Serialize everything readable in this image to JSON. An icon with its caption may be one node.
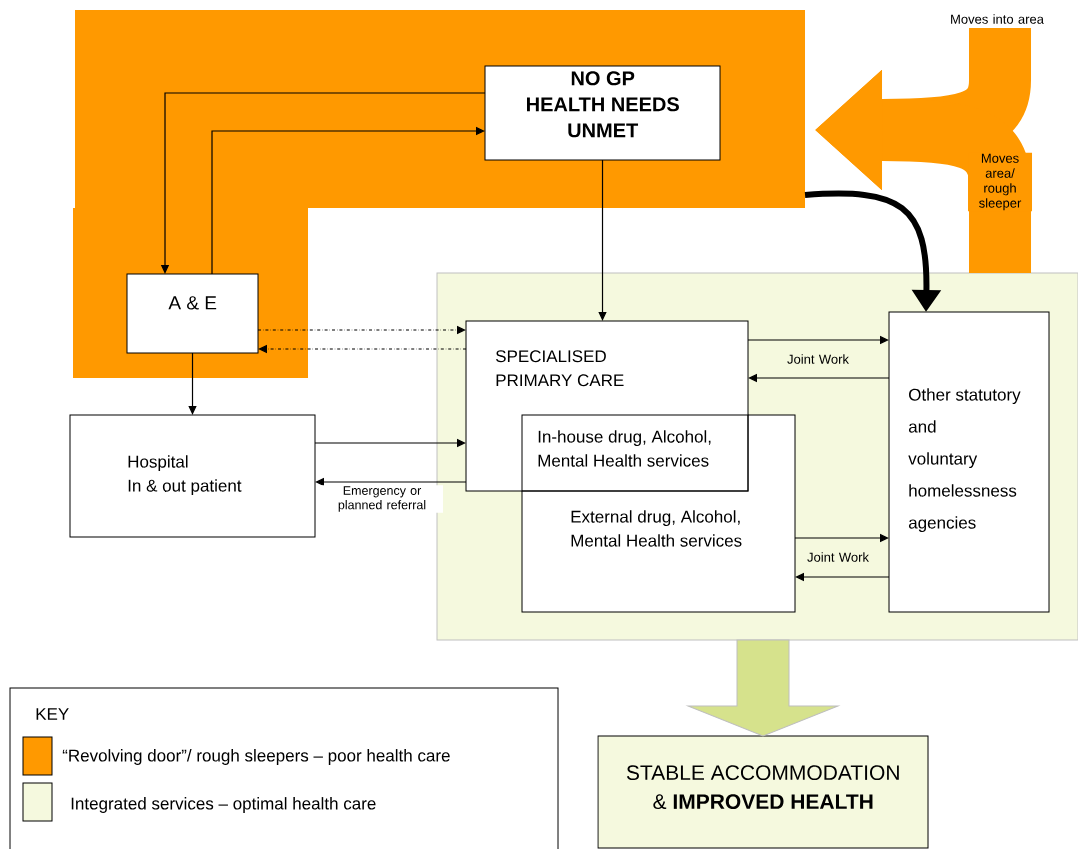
{
  "diagram": {
    "nodes": [
      {
        "text": [],
        "shape": "box"
      },
      {
        "text": [
          "NO GP HEALTH NEEDS UNMET"
        ],
        "in": 0
      },
      {
        "text": [
          "A & E"
        ],
        "in": 0
      },
      {
        "text": [
          "Hospital In & out patient"
        ]
      },
      {
        "text": [],
        "shape": "box"
      },
      {
        "text": [
          "SPECIALISED PRIMARY CARE"
        ],
        "in": 4
      },
      {
        "text": [
          "In-house drug, Alcohol, Mental Health services"
        ]
      },
      {
        "text": [
          "External drug, Alcohol, Mental Health services"
        ],
        "in": 4
      },
      {
        "text": [
          "Other statutory and voluntary homelessness agencies"
        ],
        "in": 4
      },
      {
        "text": [
          "STABLE ACCOMMODATION & **IMPROVED HEALTH**"
        ]
      }
    ],
    "edges": [
      {
        "from": 1,
        "to": 2,
        "arrow": "to"
      },
      {
        "from": 2,
        "to": 1,
        "arrow": "to"
      },
      {
        "from": 1,
        "to": 5,
        "arrow": "to"
      },
      {
        "from": 2,
        "to": 5,
        "arrow": "to",
        "style": "dashed"
      },
      {
        "from": 5,
        "to": 2,
        "arrow": "to",
        "style": "dashed"
      },
      {
        "from": 2,
        "to": 3,
        "arrow": "to"
      },
      {
        "from": 3,
        "to": 5,
        "arrow": "to"
      },
      {
        "from": 5,
        "to": 3,
        "arrow": "to",
        "label": "Emergency or planned referral"
      },
      {
        "from": 5,
        "to": 8,
        "arrow": "to"
      },
      {
        "from": 8,
        "to": 5,
        "arrow": "to",
        "label": "Joint Work"
      },
      {
        "from": 7,
        "to": 8,
        "arrow": "to"
      },
      {
        "from": 8,
        "to": 7,
        "arrow": "to",
        "label": "Joint Work"
      },
      {
        "from": 0,
        "to": 8,
        "arrow": "to",
        "style": "thick"
      },
      {
        "from": null,
        "to": 0,
        "arrow": "to",
        "style": "thick",
        "color": "#ff9900",
        "label": "Moves into area"
      },
      {
        "from": 4,
        "to": 0,
        "arrow": "to",
        "style": "thick",
        "color": "#ff9900",
        "label": "Moves area/ rough sleeper"
      },
      {
        "from": 4,
        "to": 9,
        "arrow": "to",
        "style": "thick",
        "color": "#d6e28c"
      }
    ],
    "labels": [
      "KEY"
    ],
    "legend": [
      {
        "text": "“Revolving door”/ rough sleepers – poor health care",
        "color": "#ff9900"
      },
      {
        "text": "Integrated services – optimal health care",
        "color": "#f5f9de"
      }
    ]
  }
}
